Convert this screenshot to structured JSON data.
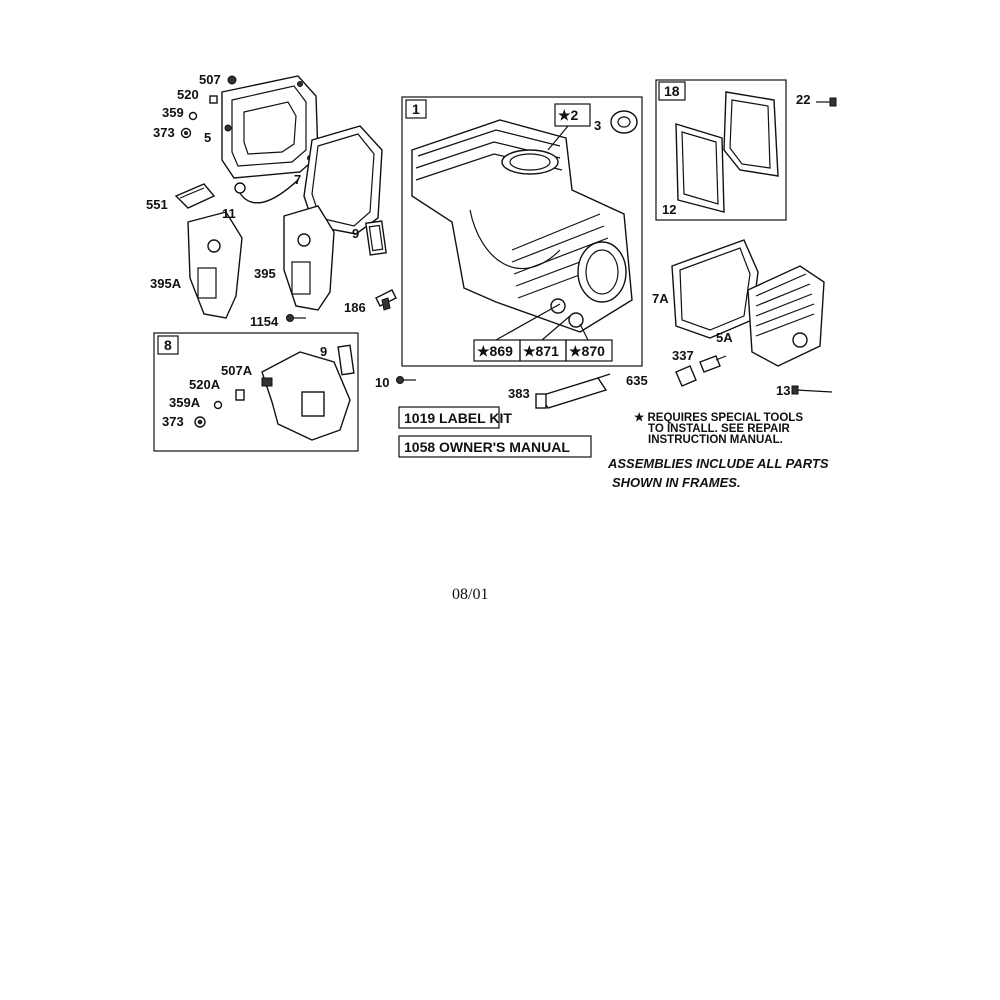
{
  "labels": {
    "p507": "507",
    "p520": "520",
    "p359": "359",
    "p373": "373",
    "p5": "5",
    "p7": "7",
    "p551": "551",
    "p11": "11",
    "p9": "9",
    "p395a": "395A",
    "p395": "395",
    "p186": "186",
    "p1154": "1154",
    "frame1": "1",
    "p2": "★2",
    "p3": "3",
    "p869": "★869",
    "p871": "★871",
    "p870": "★870",
    "frame18": "18",
    "p22": "22",
    "p12": "12",
    "p7a": "7A",
    "p5a": "5A",
    "p337": "337",
    "p635": "635",
    "p13": "13",
    "frame8": "8",
    "p9b": "9",
    "p507a": "507A",
    "p520a": "520A",
    "p359a": "359A",
    "p373b": "373",
    "p10": "10",
    "p383": "383"
  },
  "kits": {
    "label_kit": "1019 LABEL KIT",
    "owners_manual": "1058 OWNER'S MANUAL"
  },
  "notes": {
    "special_tools_1": "★ REQUIRES SPECIAL TOOLS",
    "special_tools_2": "TO INSTALL.  SEE REPAIR",
    "special_tools_3": "INSTRUCTION MANUAL.",
    "assemblies_1": "ASSEMBLIES INCLUDE ALL PARTS",
    "assemblies_2": "SHOWN IN FRAMES."
  },
  "date": "08/01"
}
